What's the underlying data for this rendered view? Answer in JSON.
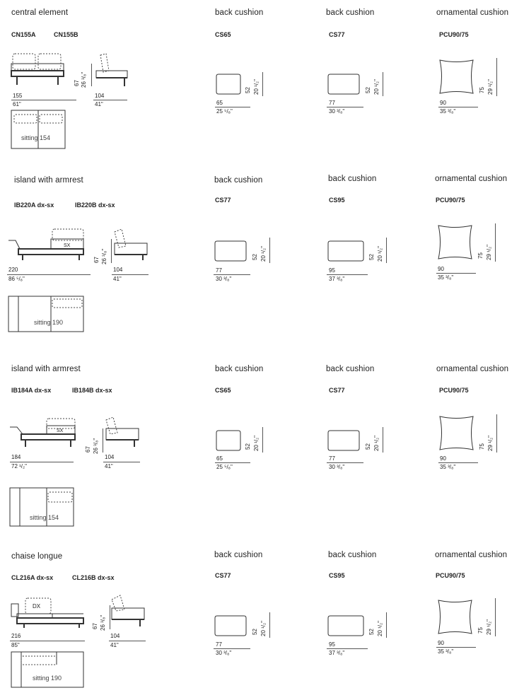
{
  "rows": [
    {
      "section": {
        "title": "central element",
        "codes": [
          "CN155A",
          "CN155B"
        ],
        "front": {
          "w": "155",
          "w_in": "61\"",
          "h": "67",
          "h_in": "26 ³/₈\""
        },
        "side": {
          "d": "104",
          "d_in": "41\""
        },
        "plan": {
          "label": "sitting 154"
        }
      },
      "cushions": [
        {
          "title": "back cushion",
          "code": "CS65",
          "w": "65",
          "w_in": "25 ⁵/₈\"",
          "h": "52",
          "h_in": "20 ¹/₂\""
        },
        {
          "title": "back cushion",
          "code": "CS77",
          "w": "77",
          "w_in": "30 ³/₈\"",
          "h": "52",
          "h_in": "20 ¹/₂\""
        },
        {
          "title": "ornamental cushion",
          "code": "PCU90/75",
          "w": "90",
          "w_in": "35 ³/₈\"",
          "h": "75",
          "h_in": "29 ¹/₂\""
        }
      ]
    },
    {
      "section": {
        "title": "island with armrest",
        "codes": [
          "IB220A dx-sx",
          "IB220B dx-sx"
        ],
        "front": {
          "w": "220",
          "w_in": "86 ⁵/₈\"",
          "h": "67",
          "h_in": "26 ³/₈\"",
          "tag": "SX"
        },
        "side": {
          "d": "104",
          "d_in": "41\""
        },
        "plan": {
          "label": "sitting 190"
        }
      },
      "cushions": [
        {
          "title": "back cushion",
          "code": "CS77",
          "w": "77",
          "w_in": "30 ³/₈\"",
          "h": "52",
          "h_in": "20 ¹/₂\""
        },
        {
          "title": "back cushion",
          "code": "CS95",
          "w": "95",
          "w_in": "37 ³/₈\"",
          "h": "52",
          "h_in": "20 ¹/₂\""
        },
        {
          "title": "ornamental cushion",
          "code": "PCU90/75",
          "w": "90",
          "w_in": "35 ³/₈\"",
          "h": "75",
          "h_in": "29 ¹/₂\""
        }
      ]
    },
    {
      "section": {
        "title": "island with armrest",
        "codes": [
          "IB184A dx-sx",
          "IB184B dx-sx"
        ],
        "front": {
          "w": "184",
          "w_in": "72 ¹/₂\"",
          "h": "67",
          "h_in": "26 ³/₈\"",
          "tag": "SX"
        },
        "side": {
          "d": "104",
          "d_in": "41\""
        },
        "plan": {
          "label": "sitting 154"
        }
      },
      "cushions": [
        {
          "title": "back cushion",
          "code": "CS65",
          "w": "65",
          "w_in": "25 ⁵/₈\"",
          "h": "52",
          "h_in": "20 ¹/₂\""
        },
        {
          "title": "back cushion",
          "code": "CS77",
          "w": "77",
          "w_in": "30 ³/₈\"",
          "h": "52",
          "h_in": "20 ¹/₂\""
        },
        {
          "title": "ornamental cushion",
          "code": "PCU90/75",
          "w": "90",
          "w_in": "35 ³/₈\"",
          "h": "75",
          "h_in": "29 ¹/₂\""
        }
      ]
    },
    {
      "section": {
        "title": "chaise longue",
        "codes": [
          "CL216A dx-sx",
          "CL216B dx-sx"
        ],
        "front": {
          "w": "216",
          "w_in": "85\"",
          "h": "67",
          "h_in": "26 ³/₈\"",
          "tag": "DX"
        },
        "side": {
          "d": "104",
          "d_in": "41\""
        },
        "plan": {
          "label": "sitting 190"
        }
      },
      "cushions": [
        {
          "title": "back cushion",
          "code": "CS77",
          "w": "77",
          "w_in": "30 ³/₈\"",
          "h": "52",
          "h_in": "20 ¹/₂\""
        },
        {
          "title": "back cushion",
          "code": "CS95",
          "w": "95",
          "w_in": "37 ³/₈\"",
          "h": "52",
          "h_in": "20 ¹/₂\""
        },
        {
          "title": "ornamental cushion",
          "code": "PCU90/75",
          "w": "90",
          "w_in": "35 ³/₈\"",
          "h": "75",
          "h_in": "29 ¹/₂\""
        }
      ]
    }
  ]
}
